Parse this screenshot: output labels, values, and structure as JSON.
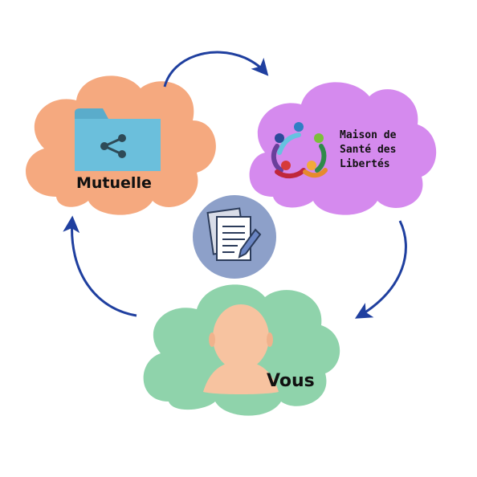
{
  "nodes": {
    "mutuelle": {
      "label": "Mutuelle",
      "icon": "share-folder-icon",
      "color": "#f5a97f"
    },
    "maison_sante": {
      "lines": [
        "Maison de",
        "Santé des",
        "Libertés"
      ],
      "icon": "community-logo-icon",
      "color": "#d58aee"
    },
    "vous": {
      "label": "Vous",
      "icon": "person-avatar-icon",
      "color": "#8fd3ab"
    },
    "center": {
      "icon": "documents-signature-icon",
      "color": "#8da0c9"
    }
  },
  "arrows": {
    "color": "#1f3f9f"
  }
}
